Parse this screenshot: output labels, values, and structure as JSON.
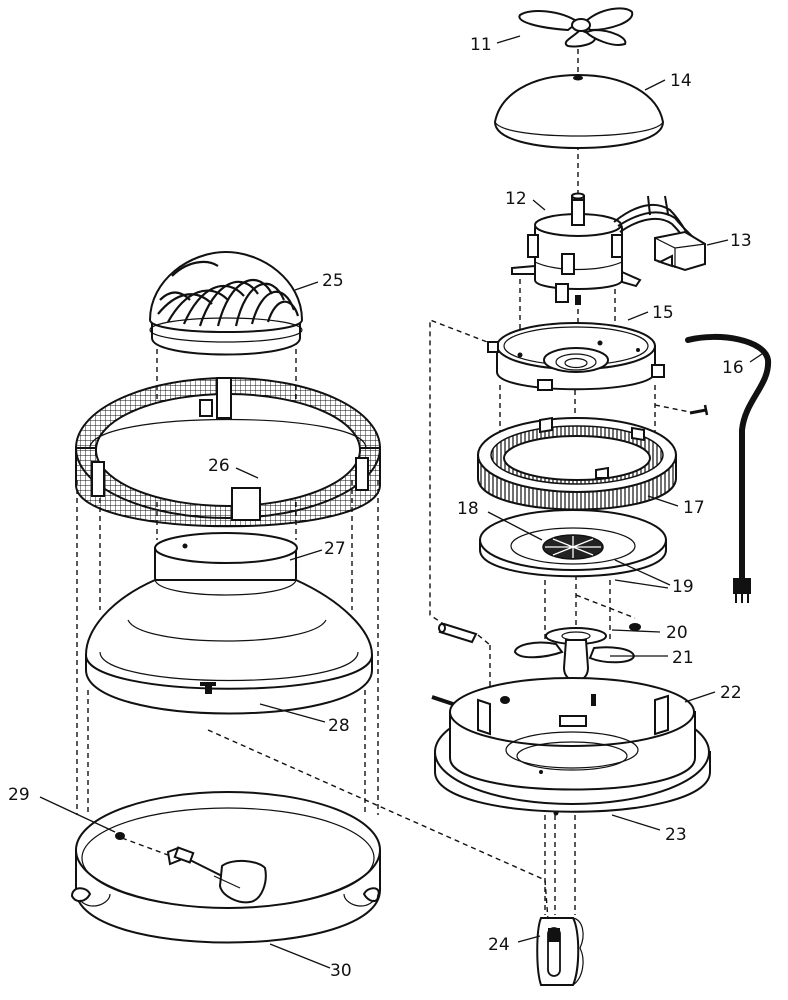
{
  "diagram": {
    "type": "exploded-parts-diagram",
    "parts": [
      {
        "number": "11",
        "part": "fan-blade-top"
      },
      {
        "number": "12",
        "part": "motor"
      },
      {
        "number": "13",
        "part": "switch-box"
      },
      {
        "number": "14",
        "part": "dome-cover"
      },
      {
        "number": "15",
        "part": "motor-mount-ring"
      },
      {
        "number": "16",
        "part": "power-cord"
      },
      {
        "number": "17",
        "part": "grille-ring"
      },
      {
        "number": "18",
        "part": "diffuser-center"
      },
      {
        "number": "19",
        "part": "diffuser-plate"
      },
      {
        "number": "20",
        "part": "plug-nut"
      },
      {
        "number": "21",
        "part": "impeller-fan"
      },
      {
        "number": "22",
        "part": "housing-base"
      },
      {
        "number": "23",
        "part": "housing-rim"
      },
      {
        "number": "24",
        "part": "drain-tube"
      },
      {
        "number": "25",
        "part": "filter-dome"
      },
      {
        "number": "26",
        "part": "mesh-filter-ring"
      },
      {
        "number": "27",
        "part": "clamp-band"
      },
      {
        "number": "28",
        "part": "tank-cone"
      },
      {
        "number": "29",
        "part": "float-valve"
      },
      {
        "number": "30",
        "part": "water-tray"
      }
    ]
  }
}
